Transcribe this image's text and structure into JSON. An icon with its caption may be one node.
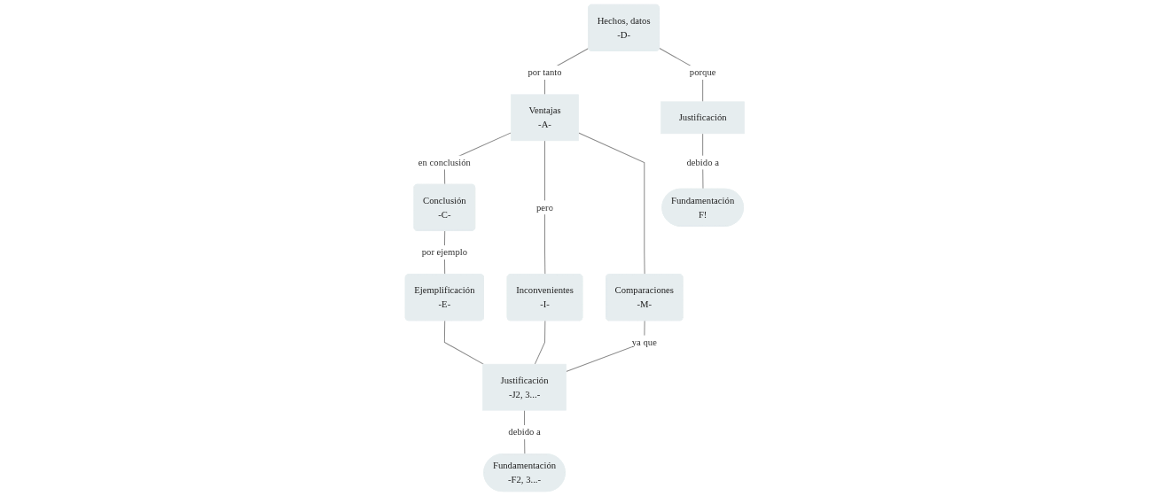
{
  "diagram": {
    "nodes": [
      {
        "text": [
          "Hechos, datos",
          "-D-"
        ]
      },
      {
        "text": [
          "Ventajas",
          "-A-"
        ]
      },
      {
        "text": [
          "Conclusión",
          "-C-"
        ]
      },
      {
        "text": [
          "Justificación"
        ]
      },
      {
        "text": [
          "Inconvenientes",
          "-I-"
        ]
      },
      {
        "text": [
          "Comparaciones",
          "-M-"
        ]
      },
      {
        "text": [
          "Ejemplificación",
          "-E-"
        ]
      },
      {
        "text": [
          "Fundamentación",
          "F!"
        ]
      },
      {
        "text": [
          "Justificación",
          "-J2, 3...-"
        ]
      },
      {
        "text": [
          "Fundamentación",
          "-F2, 3...-"
        ]
      }
    ],
    "edges": [
      {
        "from": 0,
        "to": 1,
        "arrow": "none",
        "label": "por tanto"
      },
      {
        "from": 0,
        "to": 3,
        "arrow": "none",
        "label": "porque"
      },
      {
        "from": 1,
        "to": 2,
        "arrow": "none",
        "label": "en conclusión"
      },
      {
        "from": 1,
        "to": 4,
        "arrow": "none",
        "label": "pero"
      },
      {
        "from": 1,
        "to": 5,
        "arrow": "none"
      },
      {
        "from": 2,
        "to": 6,
        "arrow": "none",
        "label": "por ejemplo"
      },
      {
        "from": 3,
        "to": 7,
        "arrow": "none",
        "label": "debido a"
      },
      {
        "from": 4,
        "to": 8,
        "arrow": "none"
      },
      {
        "from": 5,
        "to": 8,
        "arrow": "none",
        "label": "ya que"
      },
      {
        "from": 6,
        "to": 8,
        "arrow": "none"
      },
      {
        "from": 8,
        "to": 9,
        "arrow": "none",
        "label": "debido a"
      }
    ]
  }
}
